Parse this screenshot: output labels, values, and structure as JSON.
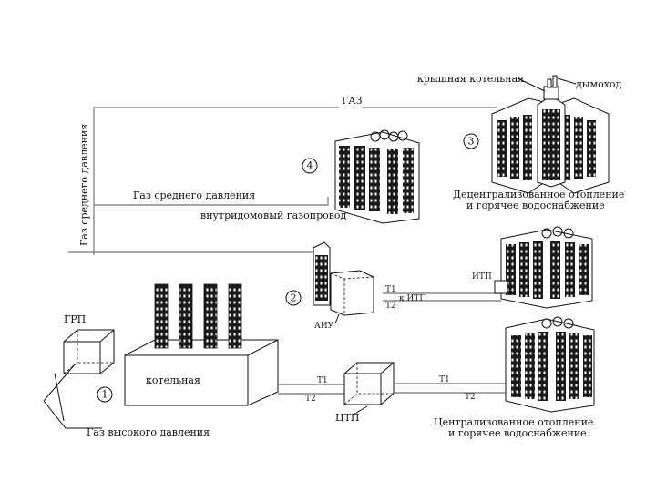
{
  "labels": {
    "roof_boiler": "крышная котельная",
    "chimney": "дымоход",
    "gas": "ГАЗ",
    "gas_medium_vertical": "Газ среднего давления",
    "gas_medium": "Газ среднего давления",
    "inhouse_pipeline": "внутридомовый газопровод",
    "decentral_line1": "Децентрализованное отопление",
    "decentral_line2": "и горячее водоснабжение",
    "itp": "ИТП",
    "k_itp": "к ИТП",
    "aiu": "АИУ",
    "grp": "ГРП",
    "boiler_house": "котельная",
    "t1_a": "Т1",
    "t2_a": "Т2",
    "t1_b": "Т1",
    "t2_b": "Т2",
    "t1_c": "Т1",
    "t2_c": "Т2",
    "ctp": "ЦТП",
    "gas_high": "Газ высокого давления",
    "central_line1": "Централизованное отопление",
    "central_line2": "и горячее водоснабжение"
  },
  "numbers": {
    "n1": "1",
    "n2": "2",
    "n3": "3",
    "n4": "4"
  }
}
